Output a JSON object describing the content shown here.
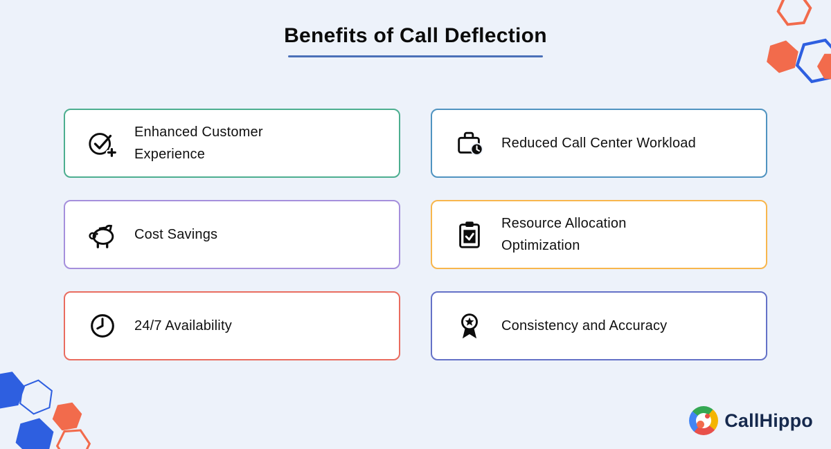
{
  "page": {
    "title": "Benefits of Call Deflection",
    "background_color": "#edf2fa",
    "underline_color": "#4a70b8"
  },
  "cards": [
    {
      "title": "Enhanced Customer Experience",
      "icon": "check-circle-plus-icon",
      "accent_color": "#4cae8f"
    },
    {
      "title": "Reduced Call Center Workload",
      "icon": "briefcase-clock-icon",
      "accent_color": "#4f93c0"
    },
    {
      "title": "Cost Savings",
      "icon": "piggy-bank-icon",
      "accent_color": "#a58fdc"
    },
    {
      "title": "Resource Allocation Optimization",
      "icon": "clipboard-check-icon",
      "accent_color": "#f8b64c"
    },
    {
      "title": "24/7 Availability",
      "icon": "clock-icon",
      "accent_color": "#e96c5f"
    },
    {
      "title": "Consistency and Accuracy",
      "icon": "award-ribbon-icon",
      "accent_color": "#6471c7"
    }
  ],
  "footer": {
    "logo_text": "CallHippo",
    "logo_text_color": "#16294d",
    "logo_ring_colors": [
      "#e8504a",
      "#4285f4",
      "#34a853",
      "#f4b400"
    ]
  },
  "decorations": {
    "hexagon_orange": "#f26b4c",
    "hexagon_blue": "#2e5fe0"
  }
}
